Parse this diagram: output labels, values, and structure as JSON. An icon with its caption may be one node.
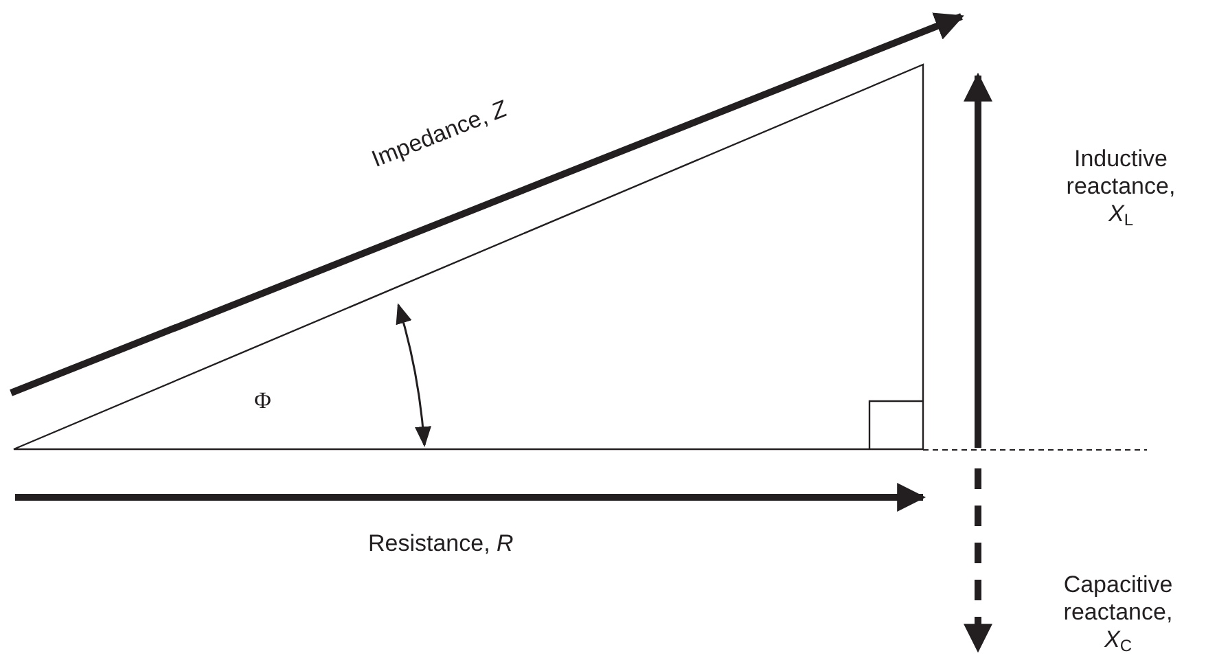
{
  "diagram": {
    "labels": [
      "Impedance, *Z*",
      "Inductive reactance, *X*$_{L}$",
      "Φ",
      "Resistance, *R*",
      "Capacitive reactance, *X*$_{C}$"
    ]
  }
}
